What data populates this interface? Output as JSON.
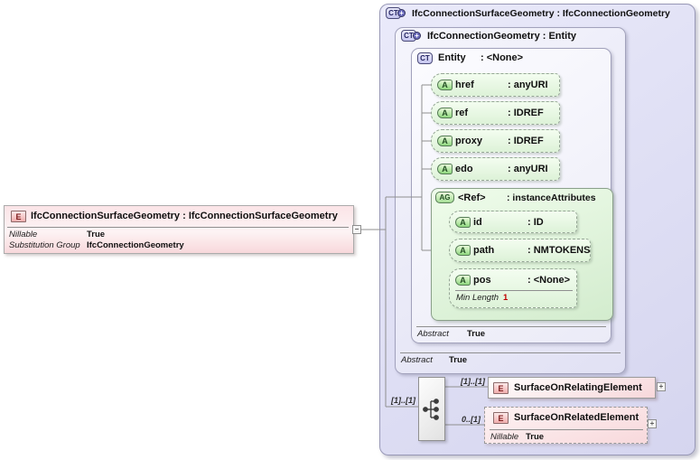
{
  "colors": {
    "element_pink": "#f8d8db",
    "attribute_green": "#ddf2d8",
    "complex_type_lavender": "#d9d9f1",
    "constraint_red": "#c00000"
  },
  "icons": {
    "element": "E",
    "complex_type": "CT",
    "attribute": "A",
    "attribute_group": "AG",
    "derived_plus": "+",
    "expand": "+",
    "collapse": "−"
  },
  "left_element": {
    "title": "IfcConnectionSurfaceGeometry : IfcConnectionSurfaceGeometry",
    "nillable_label": "Nillable",
    "nillable_value": "True",
    "substitution_label": "Substitution Group",
    "substitution_value": "IfcConnectionGeometry"
  },
  "outer_type": {
    "title": "IfcConnectionSurfaceGeometry : IfcConnectionGeometry"
  },
  "geometry_type": {
    "title": "IfcConnectionGeometry : Entity",
    "abstract_label": "Abstract",
    "abstract_value": "True"
  },
  "entity_type": {
    "name": "Entity",
    "type": ": <None>",
    "abstract_label": "Abstract",
    "abstract_value": "True",
    "attributes": [
      {
        "name": "href",
        "type": ": anyURI"
      },
      {
        "name": "ref",
        "type": ": IDREF"
      },
      {
        "name": "proxy",
        "type": ": IDREF"
      },
      {
        "name": "edo",
        "type": ": anyURI"
      }
    ],
    "attribute_group": {
      "name": "<Ref>",
      "type": ": instanceAttributes",
      "attributes": [
        {
          "name": "id",
          "type": ": ID"
        },
        {
          "name": "path",
          "type": ": NMTOKENS"
        },
        {
          "name": "pos",
          "type": ": <None>",
          "constraint_label": "Min Length",
          "constraint_value": "1"
        }
      ]
    }
  },
  "sequence": {
    "cardinality": "[1]..[1]"
  },
  "children": [
    {
      "cardinality": "[1]..[1]",
      "name": "SurfaceOnRelatingElement"
    },
    {
      "cardinality": "0..[1]",
      "name": "SurfaceOnRelatedElement",
      "nillable_label": "Nillable",
      "nillable_value": "True"
    }
  ]
}
